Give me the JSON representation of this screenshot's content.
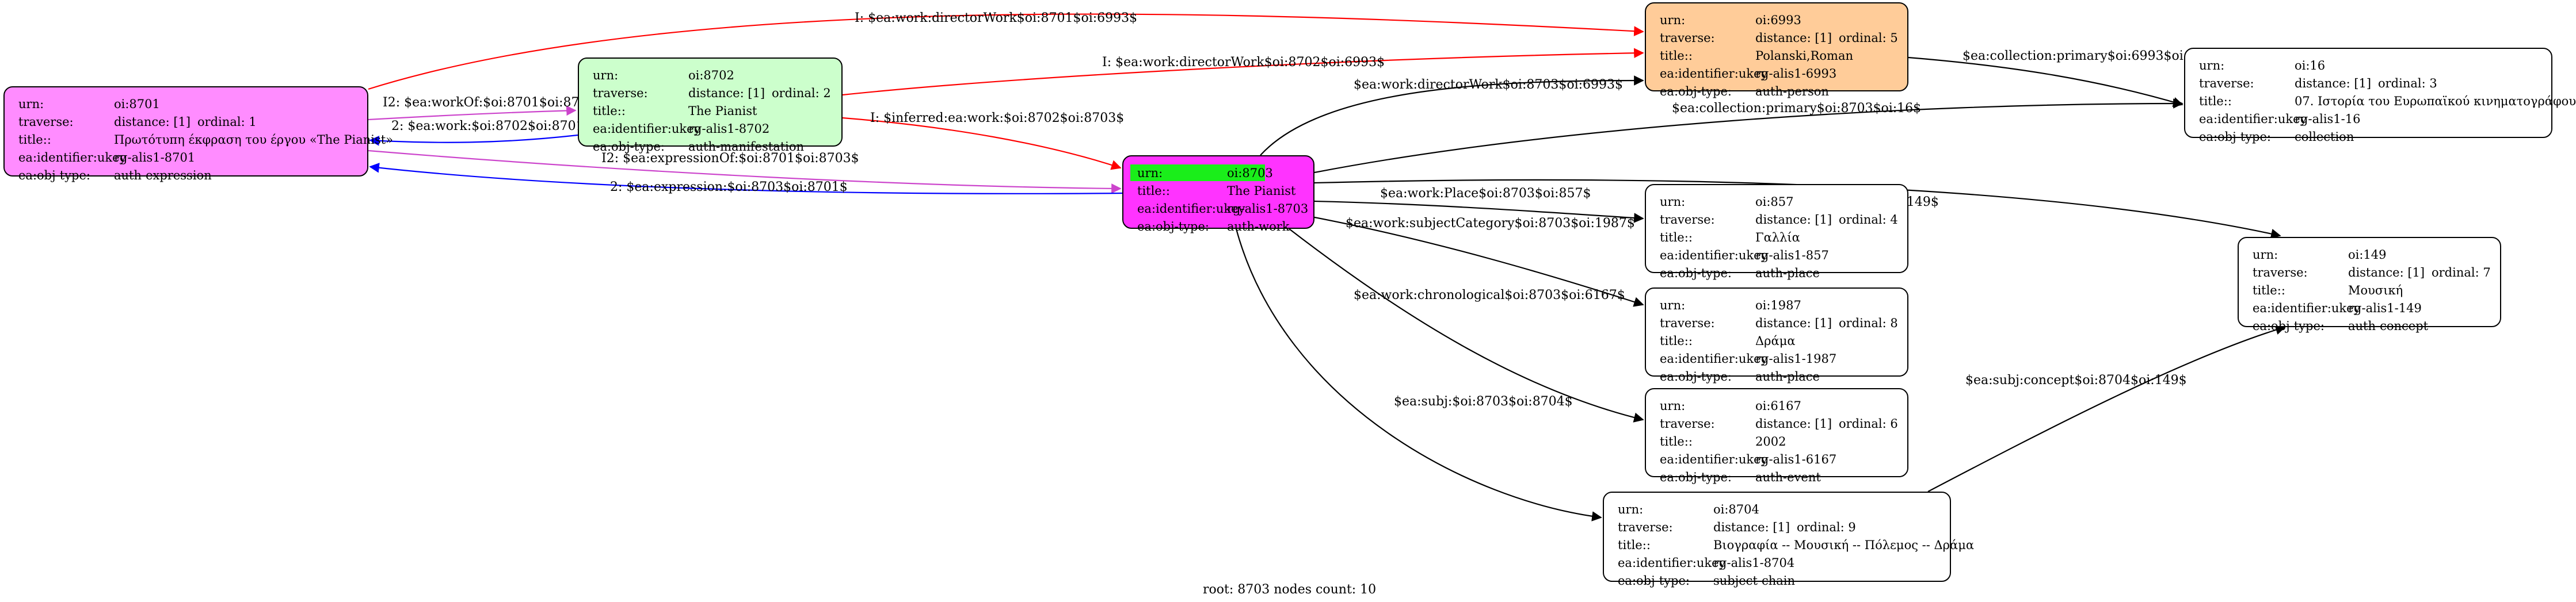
{
  "colors": {
    "expression": "#ff8cff",
    "manifestation": "#ccffcc",
    "person": "#ffcc99",
    "root": "#ff33ff",
    "white": "#ffffff",
    "highlight": "#1aee1a",
    "edge_red": "#ff0000",
    "edge_blue": "#0000ff",
    "edge_magenta": "#cc44cc",
    "edge_black": "#000000"
  },
  "nodes": [
    {
      "id": "n8701",
      "rows": [
        {
          "k": "urn:",
          "v": "oi:8701"
        },
        {
          "k": "traverse:",
          "v": "distance: [1]",
          "v2": "ordinal: 1"
        },
        {
          "k": "title::",
          "v": "Πρωτότυπη έκφραση του έργου «The Pianist»"
        },
        {
          "k": "ea:identifier:ukey",
          "v": "rg-alis1-8701"
        },
        {
          "k": "ea:obj-type:",
          "v": "auth-expression"
        }
      ]
    },
    {
      "id": "n8702",
      "rows": [
        {
          "k": "urn:",
          "v": "oi:8702"
        },
        {
          "k": "traverse:",
          "v": "distance: [1]",
          "v2": "ordinal: 2"
        },
        {
          "k": "title::",
          "v": "The Pianist"
        },
        {
          "k": "ea:identifier:ukey",
          "v": "rg-alis1-8702"
        },
        {
          "k": "ea:obj-type:",
          "v": "auth-manifestation"
        }
      ]
    },
    {
      "id": "n8703",
      "rows": [
        {
          "k": "urn:",
          "v": "oi:8703"
        },
        {
          "k": "title::",
          "v": "The Pianist"
        },
        {
          "k": "ea:identifier:ukey",
          "v": "rg-alis1-8703"
        },
        {
          "k": "ea:obj-type:",
          "v": "auth-work"
        }
      ]
    },
    {
      "id": "n6993",
      "rows": [
        {
          "k": "urn:",
          "v": "oi:6993"
        },
        {
          "k": "traverse:",
          "v": "distance: [1]",
          "v2": "ordinal: 5"
        },
        {
          "k": "title::",
          "v": "Polanski,Roman"
        },
        {
          "k": "ea:identifier:ukey",
          "v": "rg-alis1-6993"
        },
        {
          "k": "ea:obj-type:",
          "v": "auth-person"
        }
      ]
    },
    {
      "id": "n16",
      "rows": [
        {
          "k": "urn:",
          "v": "oi:16"
        },
        {
          "k": "traverse:",
          "v": "distance: [1]",
          "v2": "ordinal: 3"
        },
        {
          "k": "title::",
          "v": "07. Ιστορία του Ευρωπαϊκού κινηματογράφου"
        },
        {
          "k": "ea:identifier:ukey",
          "v": "rg-alis1-16"
        },
        {
          "k": "ea:obj-type:",
          "v": "collection"
        }
      ]
    },
    {
      "id": "n857",
      "rows": [
        {
          "k": "urn:",
          "v": "oi:857"
        },
        {
          "k": "traverse:",
          "v": "distance: [1]",
          "v2": "ordinal: 4"
        },
        {
          "k": "title::",
          "v": "Γαλλία"
        },
        {
          "k": "ea:identifier:ukey",
          "v": "rg-alis1-857"
        },
        {
          "k": "ea:obj-type:",
          "v": "auth-place"
        }
      ]
    },
    {
      "id": "n1987",
      "rows": [
        {
          "k": "urn:",
          "v": "oi:1987"
        },
        {
          "k": "traverse:",
          "v": "distance: [1]",
          "v2": "ordinal: 8"
        },
        {
          "k": "title::",
          "v": "Δράμα"
        },
        {
          "k": "ea:identifier:ukey",
          "v": "rg-alis1-1987"
        },
        {
          "k": "ea:obj-type:",
          "v": "auth-place"
        }
      ]
    },
    {
      "id": "n6167",
      "rows": [
        {
          "k": "urn:",
          "v": "oi:6167"
        },
        {
          "k": "traverse:",
          "v": "distance: [1]",
          "v2": "ordinal: 6"
        },
        {
          "k": "title::",
          "v": "2002"
        },
        {
          "k": "ea:identifier:ukey",
          "v": "rg-alis1-6167"
        },
        {
          "k": "ea:obj-type:",
          "v": "auth-event"
        }
      ]
    },
    {
      "id": "n8704",
      "rows": [
        {
          "k": "urn:",
          "v": "oi:8704"
        },
        {
          "k": "traverse:",
          "v": "distance: [1]",
          "v2": "ordinal: 9"
        },
        {
          "k": "title::",
          "v": "Βιογραφία -- Μουσική -- Πόλεμος -- Δράμα"
        },
        {
          "k": "ea:identifier:ukey",
          "v": "rg-alis1-8704"
        },
        {
          "k": "ea:obj-type:",
          "v": "subject-chain"
        }
      ]
    },
    {
      "id": "n149",
      "rows": [
        {
          "k": "urn:",
          "v": "oi:149"
        },
        {
          "k": "traverse:",
          "v": "distance: [1]",
          "v2": "ordinal: 7"
        },
        {
          "k": "title::",
          "v": "Μουσική"
        },
        {
          "k": "ea:identifier:ukey",
          "v": "rg-alis1-149"
        },
        {
          "k": "ea:obj-type:",
          "v": "auth-concept"
        }
      ]
    }
  ],
  "edges": [
    {
      "id": "e1",
      "label": "I: $ea:work:directorWork$oi:8701$oi:6993$",
      "color": "edge_red"
    },
    {
      "id": "e2",
      "label": "I2: $ea:workOf:$oi:8701$oi:8702$",
      "color": "edge_magenta"
    },
    {
      "id": "e3",
      "label": "2: $ea:work:$oi:8702$oi:8701$",
      "color": "edge_blue"
    },
    {
      "id": "e4",
      "label": "I: $ea:work:directorWork$oi:8702$oi:6993$",
      "color": "edge_red"
    },
    {
      "id": "e5",
      "label": "I: $inferred:ea:work:$oi:8702$oi:8703$",
      "color": "edge_red"
    },
    {
      "id": "e6",
      "label": "I2: $ea:expressionOf:$oi:8701$oi:8703$",
      "color": "edge_magenta"
    },
    {
      "id": "e7",
      "label": "2: $ea:expression:$oi:8703$oi:8701$",
      "color": "edge_blue"
    },
    {
      "id": "e8",
      "label": "$ea:work:directorWork$oi:8703$oi:6993$",
      "color": "edge_black"
    },
    {
      "id": "e9",
      "label": "$ea:collection:primary$oi:6993$oi:16$",
      "color": "edge_black"
    },
    {
      "id": "e10",
      "label": "$ea:collection:primary$oi:8703$oi:16$",
      "color": "edge_black"
    },
    {
      "id": "e11",
      "label": "$ea:work:subjectCategory$oi:8703$oi:149$",
      "color": "edge_black"
    },
    {
      "id": "e12",
      "label": "$ea:work:Place$oi:8703$oi:857$",
      "color": "edge_black"
    },
    {
      "id": "e13",
      "label": "$ea:work:subjectCategory$oi:8703$oi:1987$",
      "color": "edge_black"
    },
    {
      "id": "e14",
      "label": "$ea:work:chronological$oi:8703$oi:6167$",
      "color": "edge_black"
    },
    {
      "id": "e15",
      "label": "$ea:subj:$oi:8703$oi:8704$",
      "color": "edge_black"
    },
    {
      "id": "e16",
      "label": "$ea:subj:concept$oi:8704$oi:149$",
      "color": "edge_black"
    }
  ],
  "footer": "root: 8703 nodes count: 10"
}
